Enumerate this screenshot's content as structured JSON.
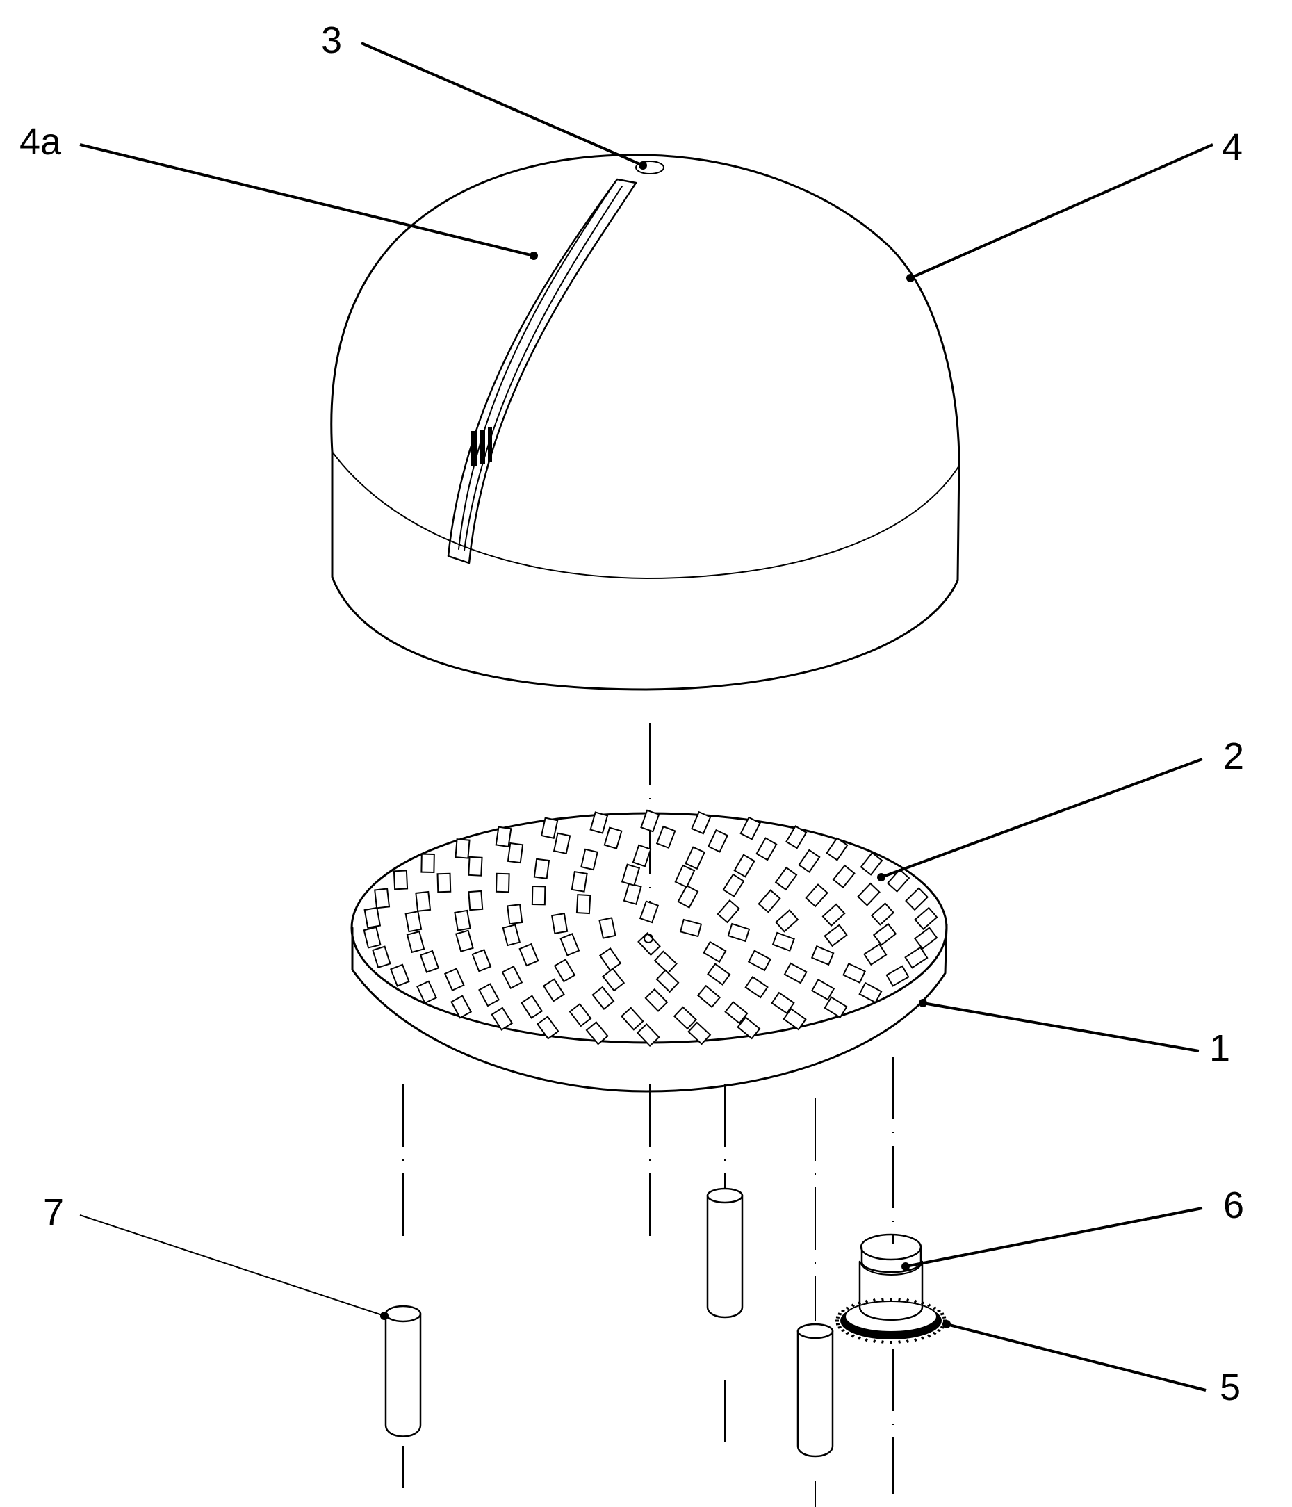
{
  "diagram": {
    "labels": {
      "cover": "4",
      "slot": "4a",
      "top_hole": "3",
      "led_pads": "2",
      "base_plate": "1",
      "knob": "6",
      "gear_ring": "5",
      "pin": "7"
    }
  }
}
